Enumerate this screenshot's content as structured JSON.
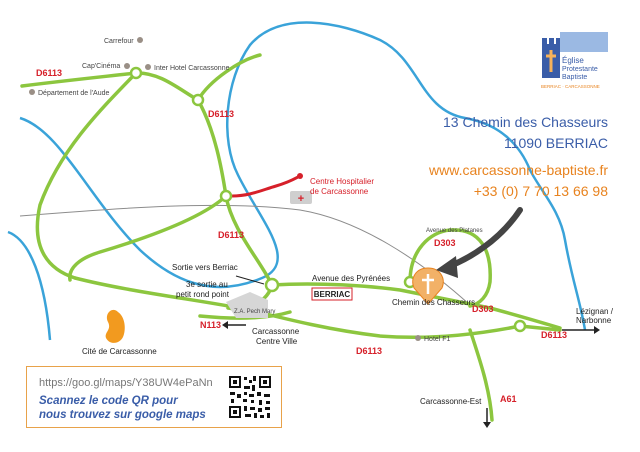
{
  "address": {
    "street": "13 Chemin des Chasseurs",
    "city": "11090 BERRIAC",
    "website": "www.carcassonne-baptiste.fr",
    "phone": "+33 (0) 7 70 13 66 98"
  },
  "logo": {
    "line1": "Église",
    "line2": "Protestante",
    "line3": "Baptiste",
    "tagline": "BERRIAC · CARCASSONNE"
  },
  "qr": {
    "url": "https://goo.gl/maps/Y38UW4ePaNn",
    "line1": "Scannez le code QR pour",
    "line2": "nous trouvez sur google maps"
  },
  "roads": {
    "d6113_a": "D6113",
    "d6113_b": "D6113",
    "d6113_c": "D6113",
    "d6113_d": "D6113",
    "d6113_e": "D6113",
    "d303_a": "D303",
    "d303_b": "D303",
    "n113": "N113",
    "a61": "A61"
  },
  "places": {
    "carrefour": "Carrefour",
    "cap_cinema": "Cap'Cinéma",
    "inter_hotel": "Inter Hotel Carcassonne",
    "departement": "Département de l'Aude",
    "hospital_1": "Centre Hospitalier",
    "hospital_2": "de Carcassonne",
    "avenue_pyrenees": "Avenue des Pyrénées",
    "avenue_platanes": "Avenue des Platanes",
    "berriac": "BERRIAC",
    "chemin_chasseurs": "Chemin des Chasseurs",
    "sortie_berriac": "Sortie vers Berriac",
    "sortie3_1": "3e sortie au",
    "sortie3_2": "petit rond point",
    "za": "Z.A. Pech Mary",
    "centre_ville_1": "Carcassonne",
    "centre_ville_2": "Centre Ville",
    "hotel_f1": "Hotel F1",
    "cite": "Cité de Carcassonne",
    "carcassonne_est": "Carcassonne-Est",
    "lezignan": "Lézignan /",
    "narbonne": "Narbonne"
  },
  "colors": {
    "road": "#8cc63f",
    "river": "#3aa3d9",
    "road_label": "#d6202a",
    "address_blue": "#3a5da8",
    "accent_orange": "#e8831f"
  }
}
